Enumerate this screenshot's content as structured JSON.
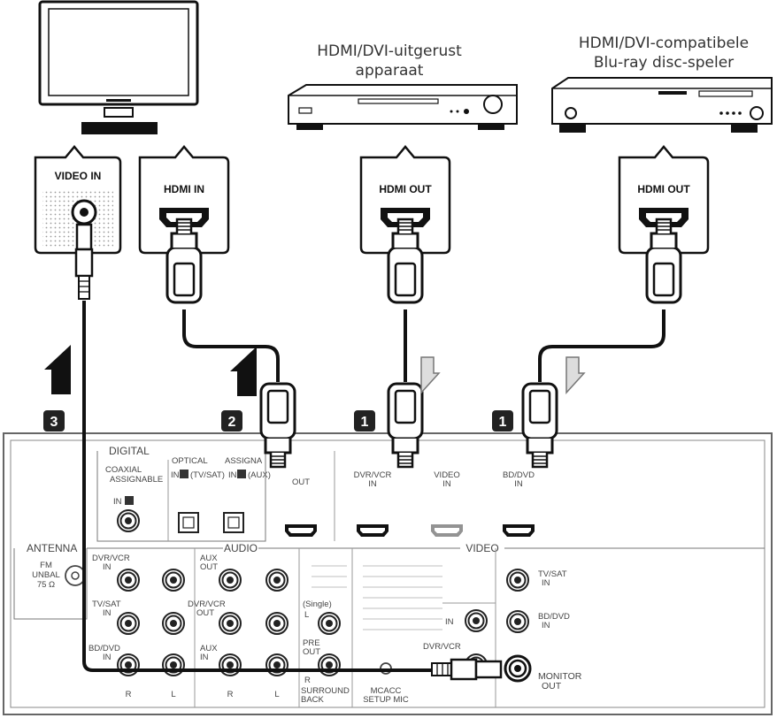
{
  "devices": {
    "recorder_label_line1": "HDMI/DVI-uitgerust",
    "recorder_label_line2": "apparaat",
    "player_label_line1": "HDMI/DVI-compatibele",
    "player_label_line2": "Blu-ray disc-speler"
  },
  "bubbles": {
    "video_in": "VIDEO IN",
    "hdmi_in": "HDMI IN",
    "hdmi_out_recorder": "HDMI OUT",
    "hdmi_out_player": "HDMI OUT"
  },
  "steps": {
    "tv_video": "3",
    "tv_hdmi": "2",
    "recorder": "1",
    "player": "1"
  },
  "receiver": {
    "digital": "DIGITAL",
    "coaxial": "COAXIAL",
    "assignable": "ASSIGNABLE",
    "in1": "IN",
    "optical": "OPTICAL",
    "assignable2": "ASSIGNA",
    "opt_in1": "IN",
    "opt_in1_tag": "(TV/SAT)",
    "opt_in2": "IN",
    "opt_in2_tag": "(AUX)",
    "hdmi_out": "OUT",
    "hdmi_dvr": "DVR/VCR",
    "hdmi_dvr_in": "IN",
    "hdmi_video": "VIDEO",
    "hdmi_video_in": "IN",
    "hdmi_bd": "BD/DVD",
    "hdmi_bd_in": "IN",
    "antenna": "ANTENNA",
    "fm": "FM",
    "unbal": "UNBAL",
    "ohm": "75 Ω",
    "audio": "AUDIO",
    "video": "VIDEO",
    "dvr_vcr_in_1": "DVR/VCR",
    "dvr_vcr_in_2": "IN",
    "aux_out_1": "AUX",
    "aux_out_2": "OUT",
    "tv_sat_in_1": "TV/SAT",
    "tv_sat_in_2": "IN",
    "dvr_vcr_out_1": "DVR/VCR",
    "dvr_vcr_out_2": "OUT",
    "single": "(Single)",
    "l": "L",
    "pre_out_1": "PRE",
    "pre_out_2": "OUT",
    "bd_dvd_in_1": "BD/DVD",
    "bd_dvd_in_2": "IN",
    "aux_in_1": "AUX",
    "aux_in_2": "IN",
    "r": "R",
    "surround_1": "SURROUND",
    "surround_2": "BACK",
    "col_r1": "R",
    "col_l1": "L",
    "col_r2": "R",
    "col_l2": "L",
    "mcacc_1": "MCACC",
    "mcacc_2": "SETUP MIC",
    "vid_tvsat_1": "TV/SAT",
    "vid_tvsat_2": "IN",
    "vid_bd_1": "BD/DVD",
    "vid_bd_2": "IN",
    "vid_in": "IN",
    "vid_dvr": "DVR/VCR",
    "monitor_1": "MONITOR",
    "monitor_2": "OUT"
  }
}
